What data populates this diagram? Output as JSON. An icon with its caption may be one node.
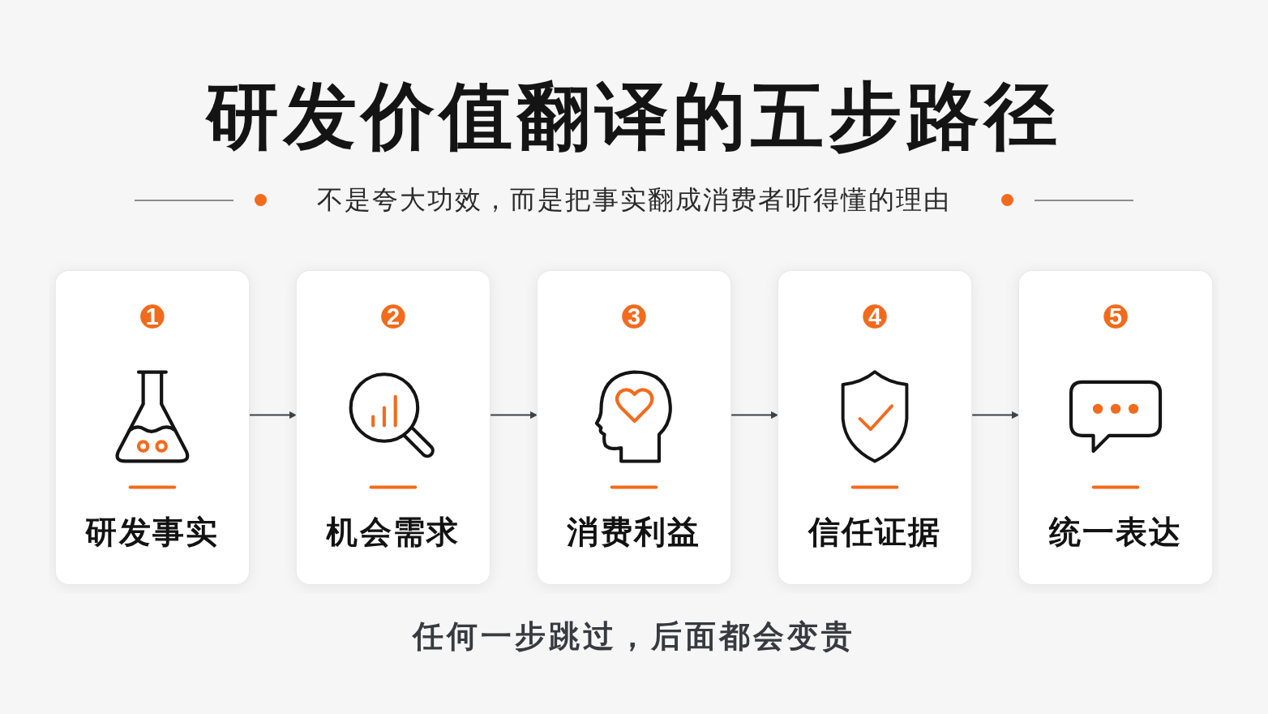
{
  "diagram": {
    "title": "研发价值翻译的五步路径",
    "nodes": [
      {
        "text": [
          "研发事实"
        ]
      },
      {
        "text": [
          "1"
        ],
        "in": 0
      },
      {
        "text": [
          "机会需求"
        ]
      },
      {
        "text": [
          "2"
        ],
        "in": 2
      },
      {
        "text": [
          "消费利益"
        ]
      },
      {
        "text": [
          "3"
        ],
        "in": 4
      },
      {
        "text": [
          "信任证据"
        ]
      },
      {
        "text": [
          "4"
        ],
        "in": 6
      },
      {
        "text": [
          "统一表达"
        ]
      },
      {
        "text": [
          "5"
        ],
        "in": 8
      }
    ],
    "edges": [
      {
        "from": 0,
        "to": 2,
        "arrow": "to"
      },
      {
        "from": 2,
        "to": 4,
        "arrow": "to"
      },
      {
        "from": 4,
        "to": 6,
        "arrow": "to"
      },
      {
        "from": 6,
        "to": 8,
        "arrow": "to"
      }
    ],
    "labels": [
      "不是夸大功效，而是把事实翻成消费者听得懂的理由"
    ],
    "caption": "任何一步跳过，后面都会变贵"
  }
}
